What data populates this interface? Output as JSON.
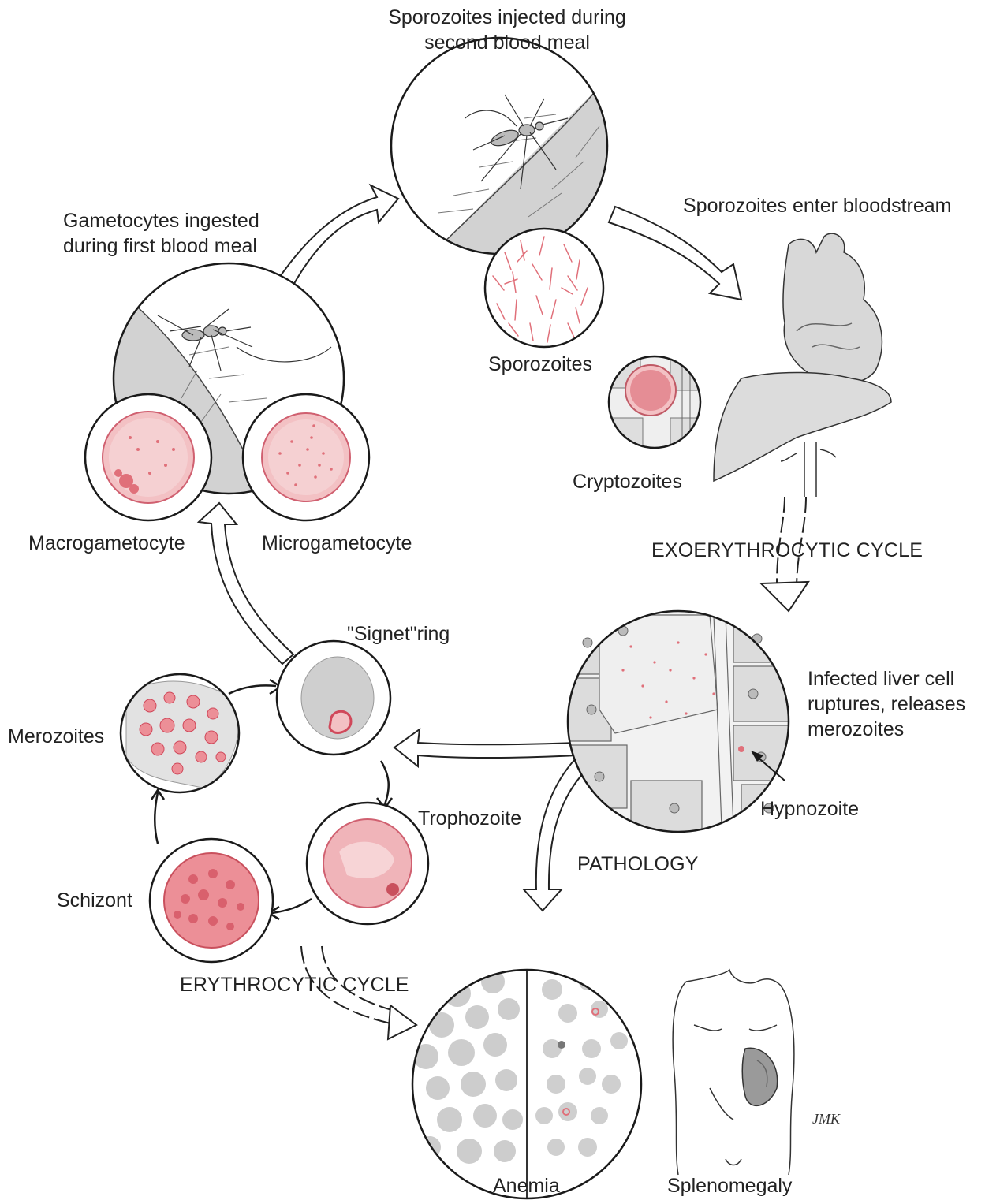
{
  "colors": {
    "outline": "#1a1a1a",
    "skin_gray": "#d4d4d4",
    "cell_light": "#eeeeee",
    "cell_gray": "#c9c9c9",
    "parasite_pink": "#e0707a",
    "parasite_light": "#f4c3c6",
    "arrow_fill": "#ffffff"
  },
  "labels": {
    "sporozoites_injected_line1": "Sporozoites injected during",
    "sporozoites_injected_line2": "second blood meal",
    "gametocytes_line1": "Gametocytes ingested",
    "gametocytes_line2": "during first blood meal",
    "sporozoites_enter": "Sporozoites enter bloodstream",
    "sporozoites": "Sporozoites",
    "cryptozoites": "Cryptozoites",
    "macrogametocyte": "Macrogametocyte",
    "microgametocyte": "Microgametocyte",
    "exoerythrocytic": "EXOERYTHROCYTIC CYCLE",
    "signet_ring": "\"Signet\"ring",
    "merozoites": "Merozoites",
    "liver_line1": "Infected liver cell",
    "liver_line2": "ruptures, releases",
    "liver_line3": "merozoites",
    "hypnozoite": "Hypnozoite",
    "trophozoite": "Trophozoite",
    "pathology": "PATHOLOGY",
    "schizont": "Schizont",
    "erythrocytic": "ERYTHROCYTIC CYCLE",
    "anemia": "Anemia",
    "splenomegaly": "Splenomegaly",
    "signature": "JMK"
  }
}
